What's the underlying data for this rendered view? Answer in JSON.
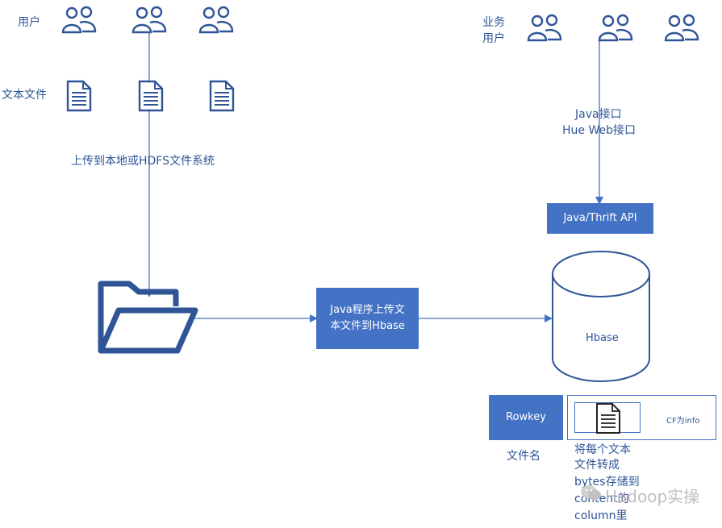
{
  "left_users_label": "用户",
  "text_files_label": "文本文件",
  "upload_label": "上传到本地或HDFS文件系统",
  "business_users_label": [
    "业务",
    "用户"
  ],
  "api_labels": [
    "Java接口",
    "Hue Web接口"
  ],
  "thrift_box": "Java/Thrift API",
  "java_box": [
    "Java程序上传文",
    "本文件到Hbase"
  ],
  "hbase_label": "Hbase",
  "rowkey_box": "Rowkey",
  "cf_label": "CF为info",
  "filename_label": "文件名",
  "store_note": [
    "将每个文本",
    "文件转成",
    "bytes存储到",
    "content的",
    "column里"
  ],
  "watermark": "Hadoop实操",
  "colors": {
    "primary": "#4472c4",
    "text": "#2f5597",
    "white": "#ffffff"
  },
  "icons": [
    "users-icon",
    "document-icon",
    "folder-icon",
    "database-cylinder-icon",
    "wechat-icon"
  ]
}
